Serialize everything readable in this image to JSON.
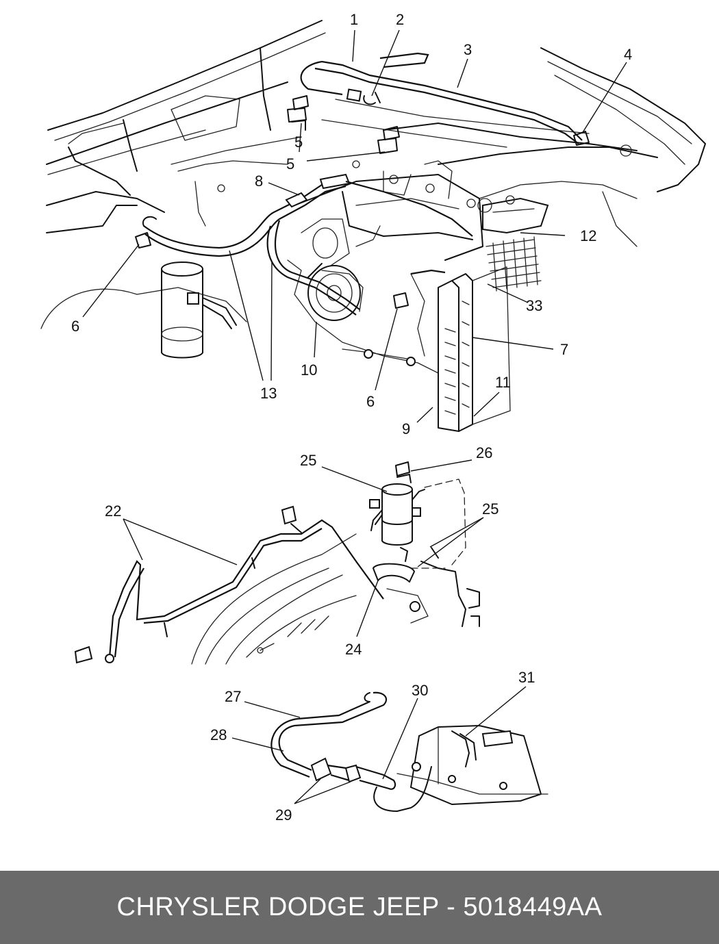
{
  "diagram": {
    "callouts": {
      "c1": "1",
      "c2": "2",
      "c3": "3",
      "c4": "4",
      "c5a": "5",
      "c5b": "5",
      "c6a": "6",
      "c6b": "6",
      "c7": "7",
      "c8": "8",
      "c9": "9",
      "c10": "10",
      "c11": "11",
      "c12": "12",
      "c13": "13",
      "c33": "33",
      "c22": "22",
      "c24": "24",
      "c25a": "25",
      "c25b": "25",
      "c26": "26",
      "c27": "27",
      "c28": "28",
      "c29": "29",
      "c30": "30",
      "c31": "31"
    }
  },
  "footer": {
    "title": "CHRYSLER DODGE JEEP - 5018449AA"
  }
}
